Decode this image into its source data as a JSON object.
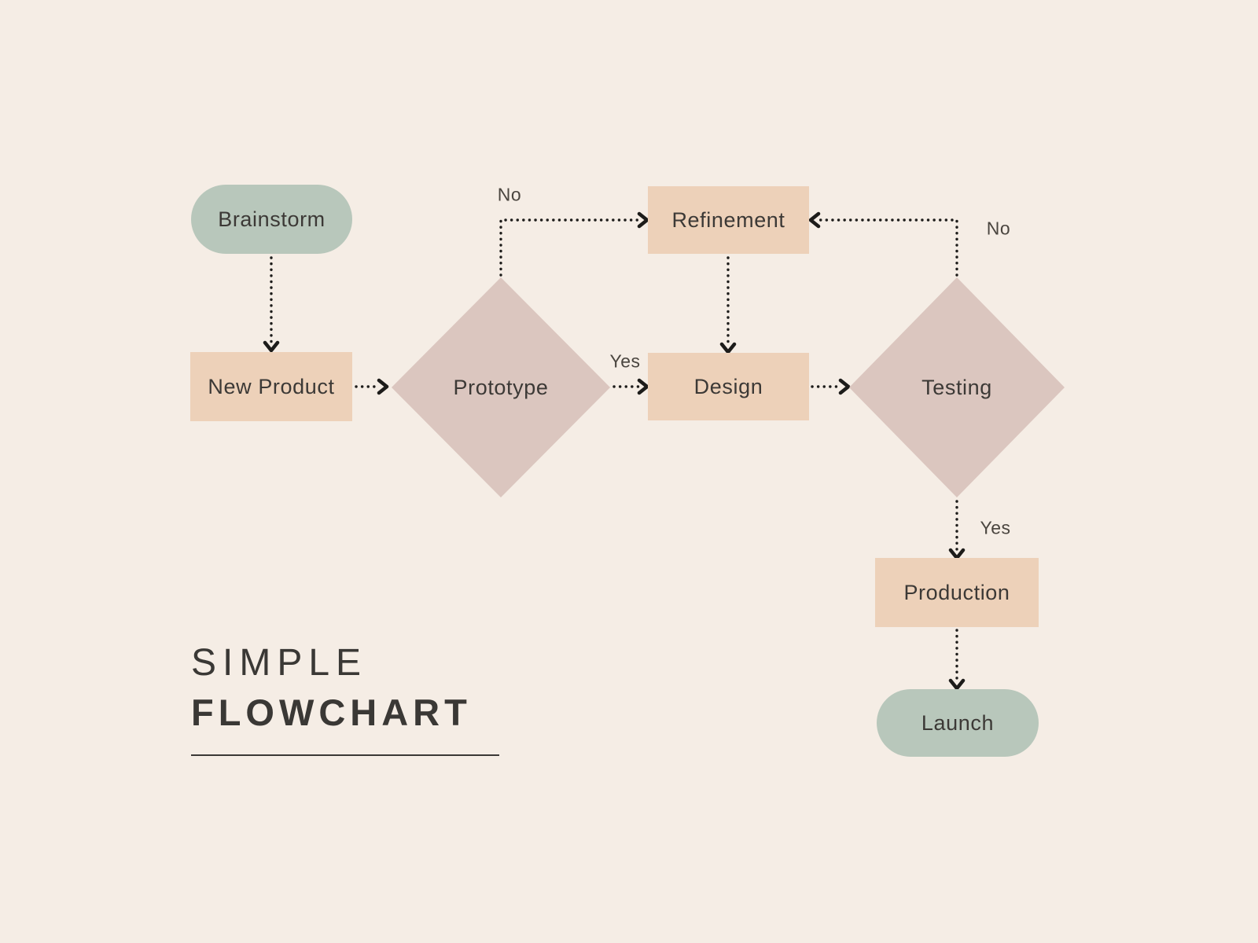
{
  "title": {
    "line1": "SIMPLE",
    "line2": "FLOWCHART"
  },
  "nodes": [
    {
      "id": "brainstorm",
      "label": "Brainstorm",
      "shape": "pill"
    },
    {
      "id": "new-product",
      "label": "New Product",
      "shape": "rect"
    },
    {
      "id": "prototype",
      "label": "Prototype",
      "shape": "diamond"
    },
    {
      "id": "refinement",
      "label": "Refinement",
      "shape": "rect"
    },
    {
      "id": "design",
      "label": "Design",
      "shape": "rect"
    },
    {
      "id": "testing",
      "label": "Testing",
      "shape": "diamond"
    },
    {
      "id": "production",
      "label": "Production",
      "shape": "rect"
    },
    {
      "id": "launch",
      "label": "Launch",
      "shape": "pill"
    }
  ],
  "edges": [
    {
      "from": "brainstorm",
      "to": "new-product",
      "label": ""
    },
    {
      "from": "new-product",
      "to": "prototype",
      "label": ""
    },
    {
      "from": "prototype",
      "to": "refinement",
      "label": "No"
    },
    {
      "from": "prototype",
      "to": "design",
      "label": "Yes"
    },
    {
      "from": "refinement",
      "to": "design",
      "label": ""
    },
    {
      "from": "design",
      "to": "testing",
      "label": ""
    },
    {
      "from": "testing",
      "to": "refinement",
      "label": "No"
    },
    {
      "from": "testing",
      "to": "production",
      "label": "Yes"
    },
    {
      "from": "production",
      "to": "launch",
      "label": ""
    }
  ],
  "colors": {
    "background": "#f5ede5",
    "terminal_fill": "#b8c7bb",
    "process_fill": "#edd1b9",
    "decision_fill": "#dbc6bf",
    "line": "#1d1c1a",
    "text": "#3c3936",
    "edge_label_text": "#4a453f",
    "title_text": "#3a3835"
  }
}
